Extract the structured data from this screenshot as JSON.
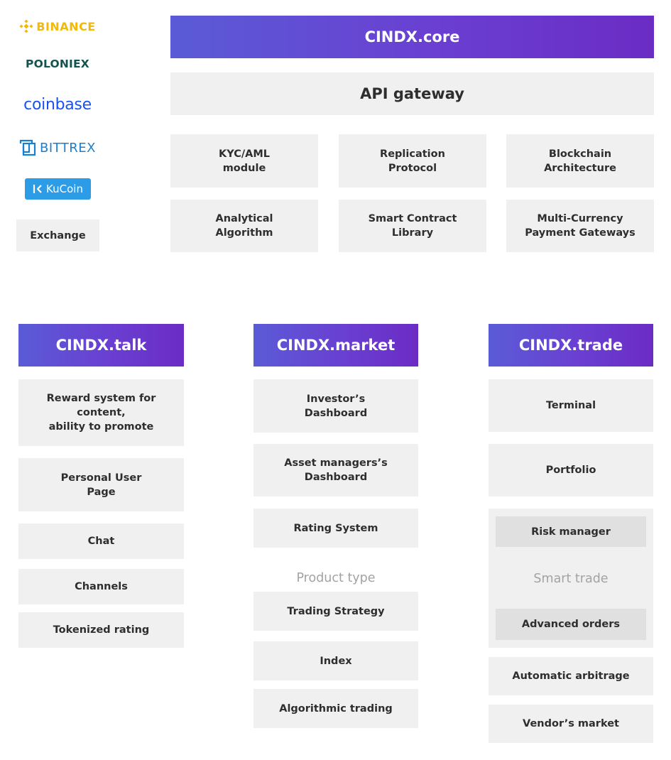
{
  "exchanges": {
    "binance": "BINANCE",
    "poloniex": "POLONIEX",
    "coinbase": "coinbase",
    "bittrex": "BITTREX",
    "kucoin": "KuCoin",
    "exchange_label": "Exchange"
  },
  "core": {
    "title": "CINDX.core",
    "gateway": "API gateway",
    "modules": [
      "KYC/AML\nmodule",
      "Replication\nProtocol",
      "Blockchain\nArchitecture",
      "Analytical\nAlgorithm",
      "Smart Contract\nLibrary",
      "Multi-Currency\nPayment Gateways"
    ]
  },
  "talk": {
    "title": "CINDX.talk",
    "items": [
      "Reward system for content,\nability to promote",
      "Personal User\nPage",
      "Chat",
      "Channels",
      "Tokenized rating"
    ]
  },
  "market": {
    "title": "CINDX.market",
    "items": [
      "Investor’s\nDashboard",
      "Asset managers’s\nDashboard",
      "Rating System"
    ],
    "product_type_label": "Product type",
    "products": [
      "Trading Strategy",
      "Index",
      "Algorithmic trading"
    ]
  },
  "trade": {
    "title": "CINDX.trade",
    "items": [
      "Terminal",
      "Portfolio"
    ],
    "smart_trade": {
      "label": "Smart trade",
      "risk": "Risk manager",
      "advanced": "Advanced orders"
    },
    "bottom_items": [
      "Automatic arbitrage",
      "Vendor’s market"
    ]
  },
  "colors": {
    "header_gradient_start": "#5a5bd6",
    "header_gradient_end": "#6b2cc4",
    "box_bg": "#f0f0f0",
    "inner_box_bg": "#e0e0e0",
    "binance": "#f0b90b",
    "poloniex": "#14544f",
    "coinbase": "#1652f0",
    "bittrex": "#1b7fd0",
    "kucoin": "#2d9ce6"
  }
}
